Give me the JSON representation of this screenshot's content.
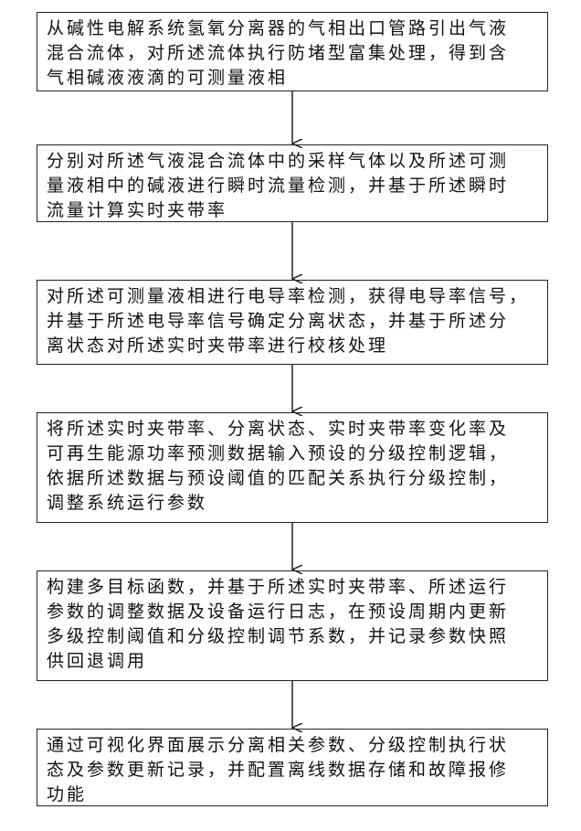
{
  "flowchart": {
    "steps": [
      {
        "lines": [
          "从碱性电解系统氢氧分离器的气相出口管路引出气液",
          "混合流体，对所述流体执行防堵型富集处理，得到含",
          "气相碱液液滴的可测量液相"
        ]
      },
      {
        "lines": [
          "分别对所述气液混合流体中的采样气体以及所述可测",
          "量液相中的碱液进行瞬时流量检测，并基于所述瞬时",
          "流量计算实时夹带率"
        ]
      },
      {
        "lines": [
          "对所述可测量液相进行电导率检测，获得电导率信号，",
          "并基于所述电导率信号确定分离状态，并基于所述分",
          "离状态对所述实时夹带率进行校核处理"
        ]
      },
      {
        "lines": [
          "将所述实时夹带率、分离状态、实时夹带率变化率及",
          "可再生能源功率预测数据输入预设的分级控制逻辑，",
          "依据所述数据与预设阈值的匹配关系执行分级控制，",
          "调整系统运行参数"
        ]
      },
      {
        "lines": [
          "构建多目标函数，并基于所述实时夹带率、所述运行",
          "参数的调整数据及设备运行日志，在预设周期内更新",
          "多级控制阈值和分级控制调节系数，并记录参数快照",
          "供回退调用"
        ]
      },
      {
        "lines": [
          "通过可视化界面展示分离相关参数、分级控制执行状",
          "态及参数更新记录，并配置离线数据存储和故障报修",
          "功能"
        ]
      }
    ]
  }
}
